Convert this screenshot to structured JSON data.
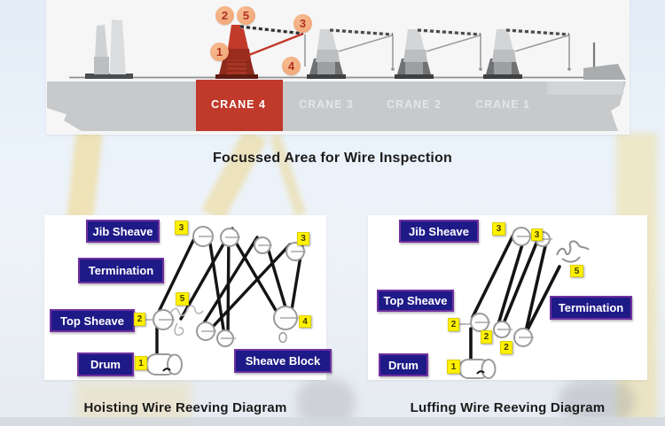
{
  "ship_overview": {
    "caption": "Focussed Area for Wire Inspection",
    "cranes": [
      {
        "label": "CRANE 4"
      },
      {
        "label": "CRANE 3"
      },
      {
        "label": "CRANE 2"
      },
      {
        "label": "CRANE 1"
      }
    ],
    "markers": [
      {
        "label": "1"
      },
      {
        "label": "2"
      },
      {
        "label": "3"
      },
      {
        "label": "4"
      },
      {
        "label": "5"
      }
    ]
  },
  "hoisting_diagram": {
    "caption": "Hoisting Wire Reeving Diagram",
    "labels": {
      "jib_sheave": "Jib Sheave",
      "termination": "Termination",
      "top_sheave": "Top Sheave",
      "drum": "Drum",
      "sheave_block": "Sheave Block"
    },
    "tags": [
      {
        "label": "3"
      },
      {
        "label": "3"
      },
      {
        "label": "5"
      },
      {
        "label": "2"
      },
      {
        "label": "1"
      },
      {
        "label": "4"
      }
    ]
  },
  "luffing_diagram": {
    "caption": "Luffing Wire Reeving Diagram",
    "labels": {
      "jib_sheave": "Jib Sheave",
      "top_sheave": "Top Sheave",
      "termination": "Termination",
      "drum": "Drum"
    },
    "tags": [
      {
        "label": "3"
      },
      {
        "label": "3"
      },
      {
        "label": "5"
      },
      {
        "label": "2"
      },
      {
        "label": "2"
      },
      {
        "label": "2"
      },
      {
        "label": "1"
      }
    ]
  },
  "colors": {
    "highlight_red": "#c0392b",
    "navy_label": "#1e1a87",
    "label_border_purple": "#7030a0",
    "tag_yellow": "#fff100",
    "marker_peach": "#f2a477",
    "marker_text": "#b0301f"
  }
}
